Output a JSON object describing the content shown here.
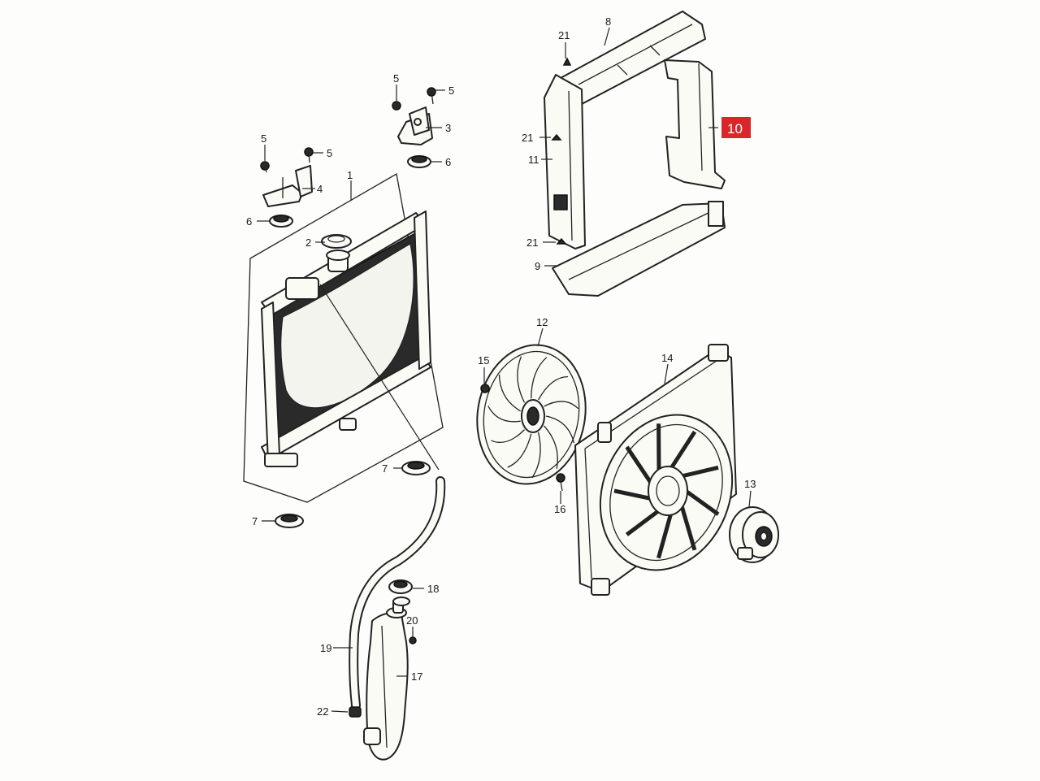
{
  "callouts": [
    {
      "id": "c1",
      "text": "1"
    },
    {
      "id": "c2",
      "text": "2"
    },
    {
      "id": "c3",
      "text": "3"
    },
    {
      "id": "c4",
      "text": "4"
    },
    {
      "id": "c5a",
      "text": "5"
    },
    {
      "id": "c5b",
      "text": "5"
    },
    {
      "id": "c5c",
      "text": "5"
    },
    {
      "id": "c5d",
      "text": "5"
    },
    {
      "id": "c6a",
      "text": "6"
    },
    {
      "id": "c6b",
      "text": "6"
    },
    {
      "id": "c7a",
      "text": "7"
    },
    {
      "id": "c7b",
      "text": "7"
    },
    {
      "id": "c8",
      "text": "8"
    },
    {
      "id": "c9",
      "text": "9"
    },
    {
      "id": "c11",
      "text": "11"
    },
    {
      "id": "c12",
      "text": "12"
    },
    {
      "id": "c13",
      "text": "13"
    },
    {
      "id": "c14",
      "text": "14"
    },
    {
      "id": "c15",
      "text": "15"
    },
    {
      "id": "c16",
      "text": "16"
    },
    {
      "id": "c17",
      "text": "17"
    },
    {
      "id": "c18",
      "text": "18"
    },
    {
      "id": "c19",
      "text": "19"
    },
    {
      "id": "c20",
      "text": "20"
    },
    {
      "id": "c21a",
      "text": "21"
    },
    {
      "id": "c21b",
      "text": "21"
    },
    {
      "id": "c21c",
      "text": "21"
    },
    {
      "id": "c22",
      "text": "22"
    }
  ],
  "highlight": {
    "text": "10",
    "color": "#d9262b"
  }
}
